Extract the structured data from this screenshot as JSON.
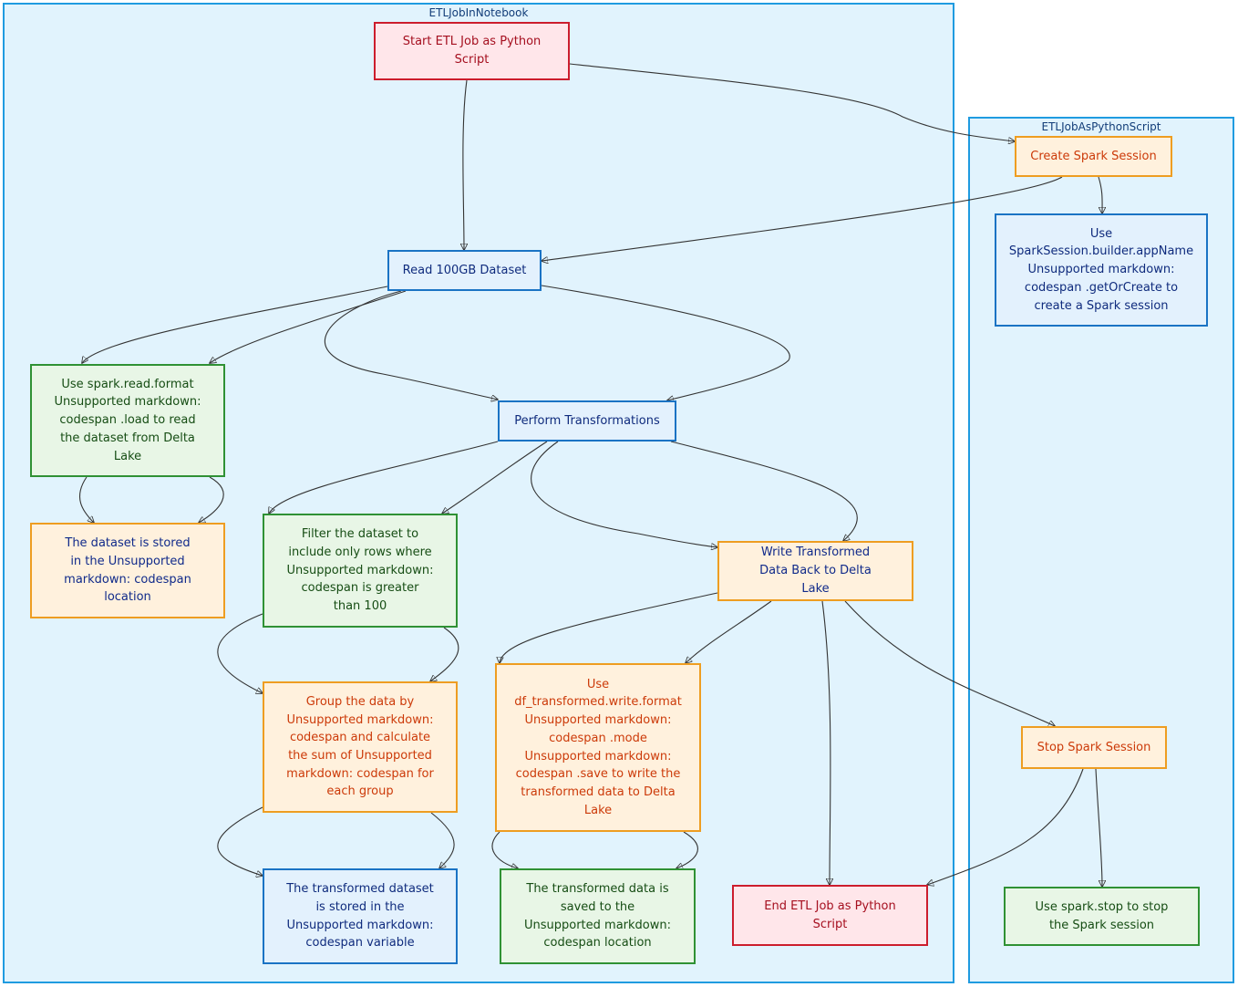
{
  "clusters": {
    "notebook": "ETLJobInNotebook",
    "script": "ETLJobAsPythonScript"
  },
  "nodes": {
    "start": "Start ETL Job as Python Script",
    "create_session": "Create Spark Session",
    "use_builder": "Use SparkSession.builder.appName Unsupported markdown: codespan .getOrCreate  to create a Spark session",
    "read_dataset": "Read 100GB Dataset",
    "use_read_format": "Use spark.read.format Unsupported markdown: codespan .load  to read the dataset from Delta Lake",
    "perform_transformations": "Perform Transformations",
    "stored_in_location": "The dataset is stored in the Unsupported markdown: codespan location",
    "filter_dataset": "Filter the dataset to include only rows where Unsupported markdown: codespan is greater than 100",
    "write_transformed": "Write Transformed Data Back to Delta Lake",
    "group_data": "Group the data by Unsupported markdown: codespan and calculate the sum of Unsupported markdown: codespan for each group",
    "use_write_format": "Use df_transformed.write.format Unsupported markdown: codespan .mode Unsupported markdown: codespan .save  to write the transformed data to Delta Lake",
    "stop_session": "Stop Spark Session",
    "transformed_stored": "The transformed dataset is stored in the Unsupported markdown: codespan variable",
    "transformed_saved": "The transformed data is saved to the Unsupported markdown: codespan location",
    "end": "End ETL Job as Python Script",
    "use_stop": "Use spark.stop  to stop the Spark session"
  },
  "colors": {
    "cluster_fill": "#e1f3fd",
    "cluster_border": "#1f9be0",
    "red": "#cc1d2d",
    "orange": "#ee9d21",
    "blue": "#1a73c4",
    "green": "#2f9134"
  }
}
